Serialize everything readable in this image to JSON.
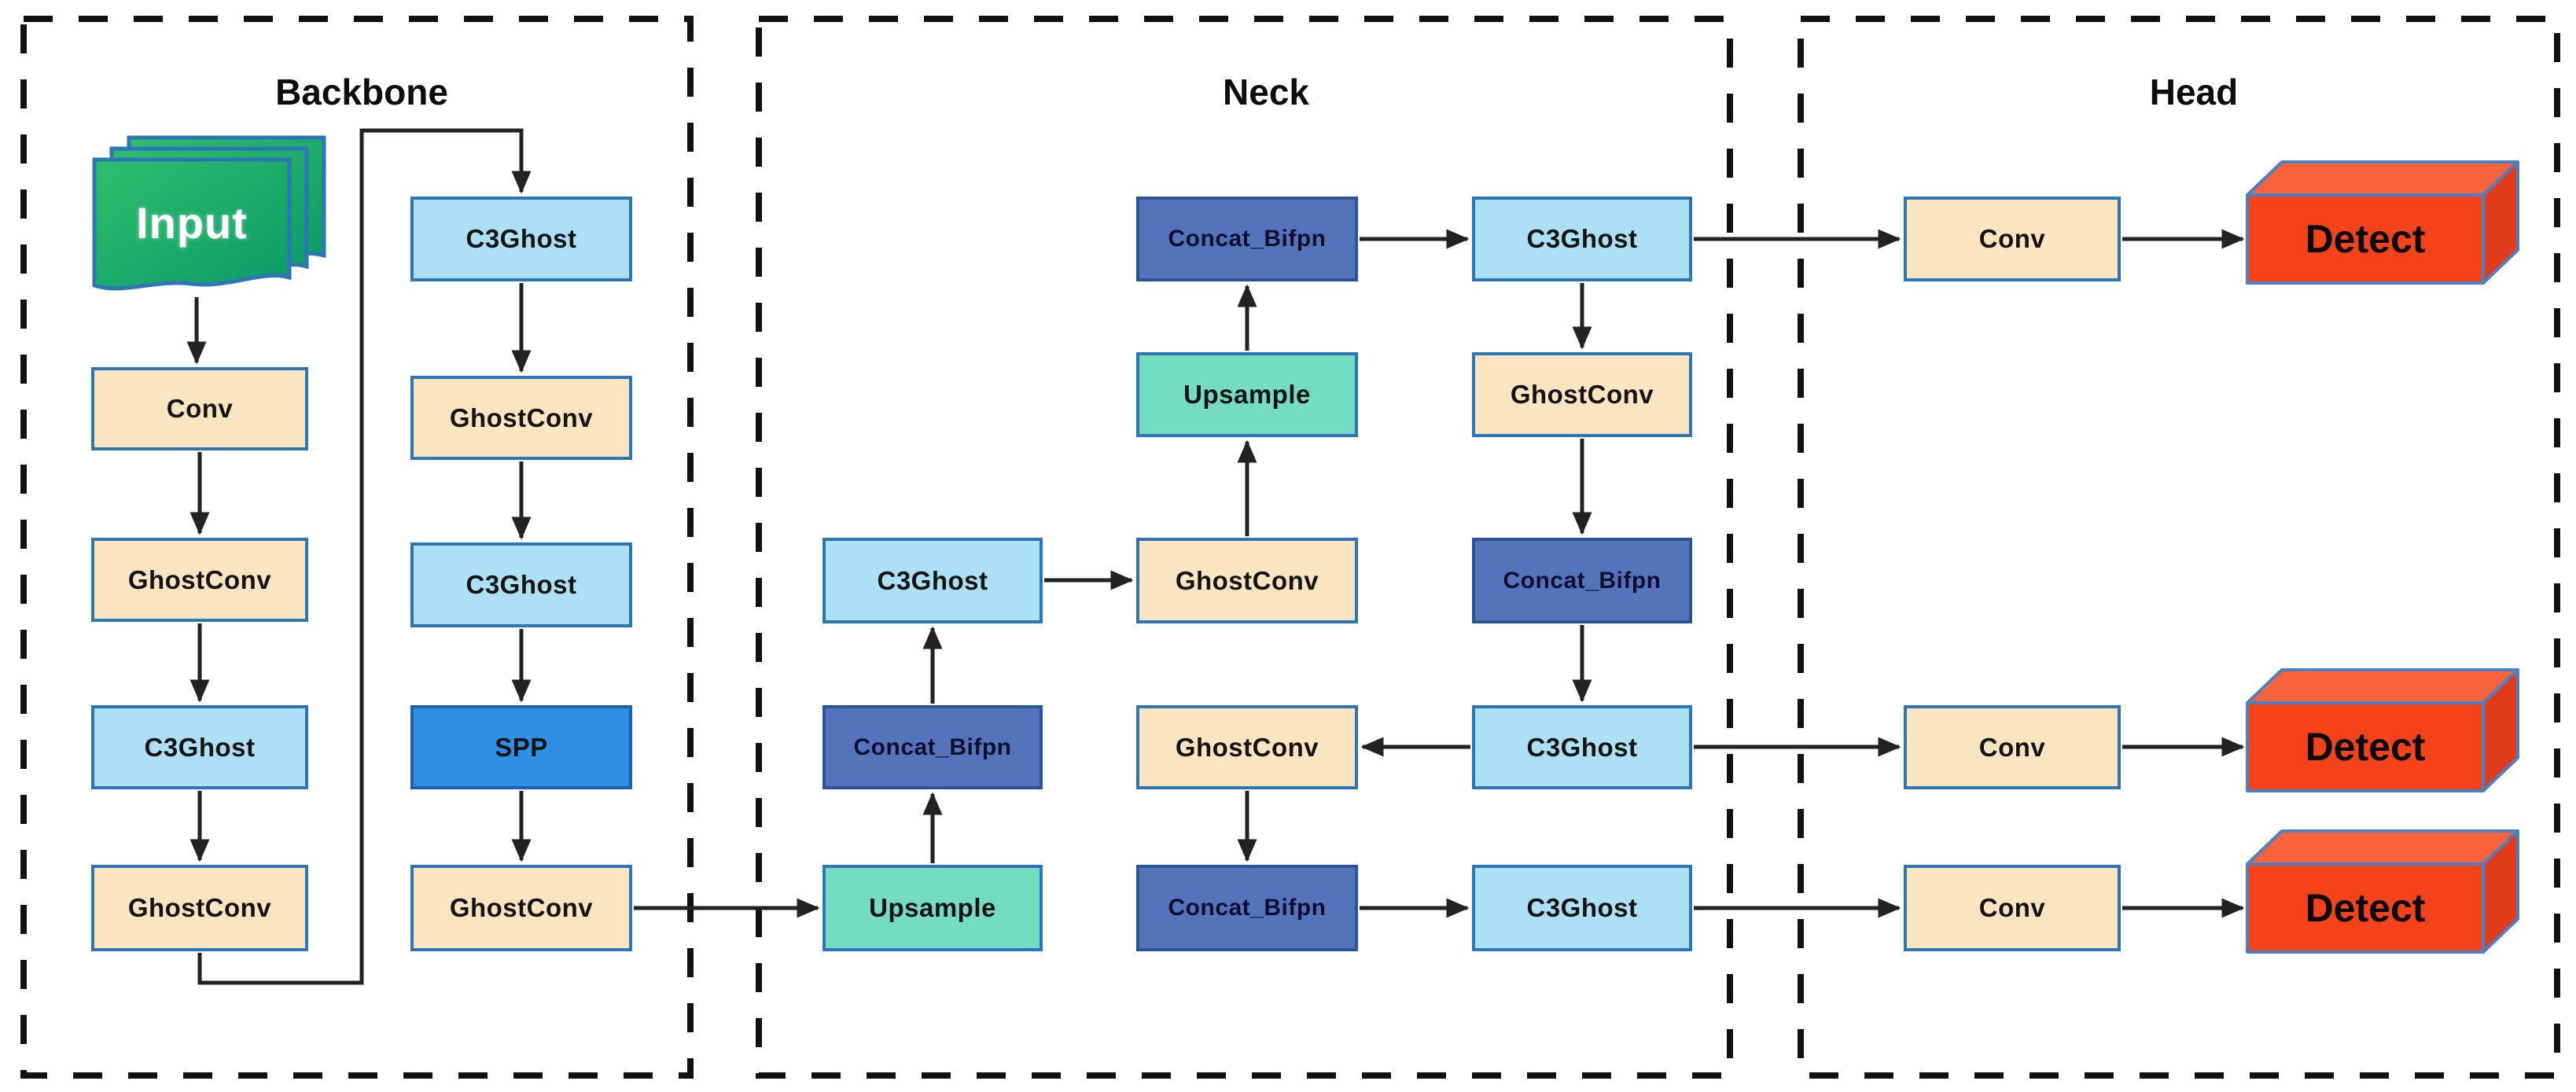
{
  "figure": {
    "sections": {
      "backbone": {
        "title": "Backbone"
      },
      "neck": {
        "title": "Neck"
      },
      "head": {
        "title": "Head"
      }
    },
    "input": {
      "label": "Input"
    },
    "backbone_nodes": {
      "col1": [
        "Conv",
        "GhostConv",
        "C3Ghost",
        "GhostConv"
      ],
      "col2": [
        "C3Ghost",
        "GhostConv",
        "C3Ghost",
        "SPP",
        "GhostConv"
      ]
    },
    "neck_nodes": {
      "col1": [
        "C3Ghost",
        "Concat_Bifpn",
        "Upsample"
      ],
      "col2": [
        "Concat_Bifpn",
        "Upsample",
        "GhostConv",
        "GhostConv",
        "Concat_Bifpn"
      ],
      "col3": [
        "C3Ghost",
        "GhostConv",
        "Concat_Bifpn",
        "C3Ghost",
        "C3Ghost"
      ]
    },
    "head_nodes": {
      "conv": [
        "Conv",
        "Conv",
        "Conv"
      ],
      "detect": [
        "Detect",
        "Detect",
        "Detect"
      ]
    },
    "colors": {
      "background": "#ffffff",
      "dashed_border": "#111111",
      "arrow": "#222222",
      "node_border_blue": "#2e75b6",
      "conv_ghostconv_tan": "#fbe5c1",
      "c3ghost_light_blue": "#abe0f5",
      "spp_blue": "#2f8fe2",
      "concat_bifpn_indigo": "#5573ba",
      "upsample_green": "#74dcbf",
      "input_green_dark": "#0c9a68",
      "input_green_light": "#2fbe6b",
      "detect_red_front": "#f4421b",
      "detect_red_top": "#f9633c",
      "detect_red_side": "#e03c1c",
      "detect_edge_blue": "#4e7fc0"
    }
  }
}
